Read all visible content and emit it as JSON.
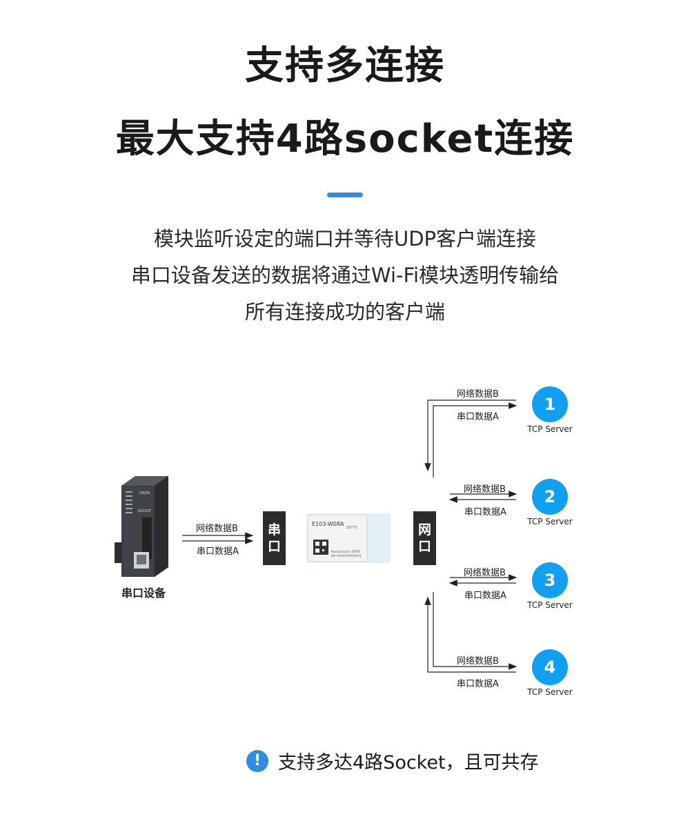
{
  "title": {
    "line1": "支持多连接",
    "line2": "最大支持4路socket连接"
  },
  "description": [
    "模块监听设定的端口并等待UDP客户端连接",
    "串口设备发送的数据将通过Wi-Fi模块透明传输给",
    "所有连接成功的客户端"
  ],
  "diagram": {
    "device_label": "串口设备",
    "device_model": "AS332T",
    "serial_port_label": "串口",
    "net_port_label": "网口",
    "module_model": "E103-W08A",
    "module_brand": "EBYTE",
    "module_manufacturer": "Manufacturer: EBYTE",
    "module_sn": "SN: XXXXXXXXXXXXX",
    "arrow_label_b": "网络数据B",
    "arrow_label_a": "串口数据A",
    "servers": [
      {
        "number": "1",
        "label": "TCP Server"
      },
      {
        "number": "2",
        "label": "TCP Server"
      },
      {
        "number": "3",
        "label": "TCP Server"
      },
      {
        "number": "4",
        "label": "TCP Server"
      }
    ]
  },
  "note": {
    "icon": "exclamation-icon",
    "glyph": "!",
    "text": "支持多达4路Socket，且可共存"
  },
  "colors": {
    "accent": "#2f8ee0",
    "server_circle": "#119ff0",
    "port_box": "#2b2b2b"
  }
}
